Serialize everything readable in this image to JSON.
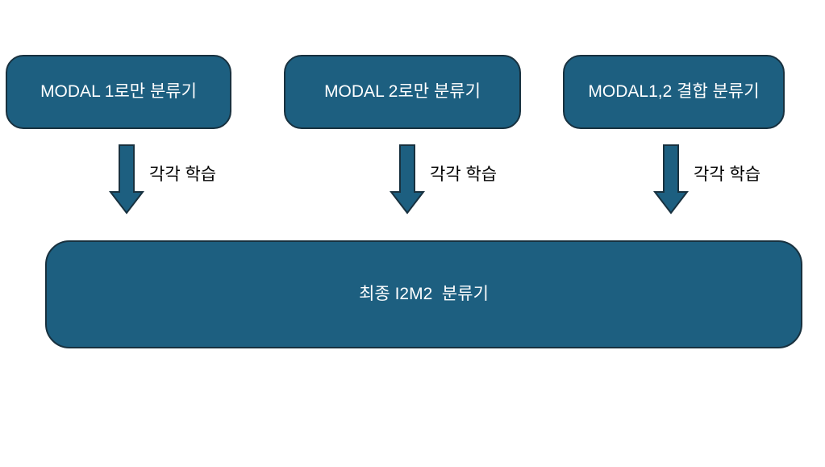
{
  "diagram": {
    "top_boxes": [
      {
        "label": "MODAL 1로만 분류기"
      },
      {
        "label": "MODAL 2로만 분류기"
      },
      {
        "label": "MODAL1,2 결합 분류기"
      }
    ],
    "arrows": [
      {
        "label": "각각 학습"
      },
      {
        "label": "각각 학습"
      },
      {
        "label": "각각 학습"
      }
    ],
    "bottom_box": {
      "label": "최종 I2M2  분류기"
    }
  },
  "colors": {
    "shape_fill": "#1d5f80",
    "shape_border": "#18313f",
    "shape_text": "#ffffff",
    "annotation_text": "#000000",
    "background": "#ffffff"
  }
}
